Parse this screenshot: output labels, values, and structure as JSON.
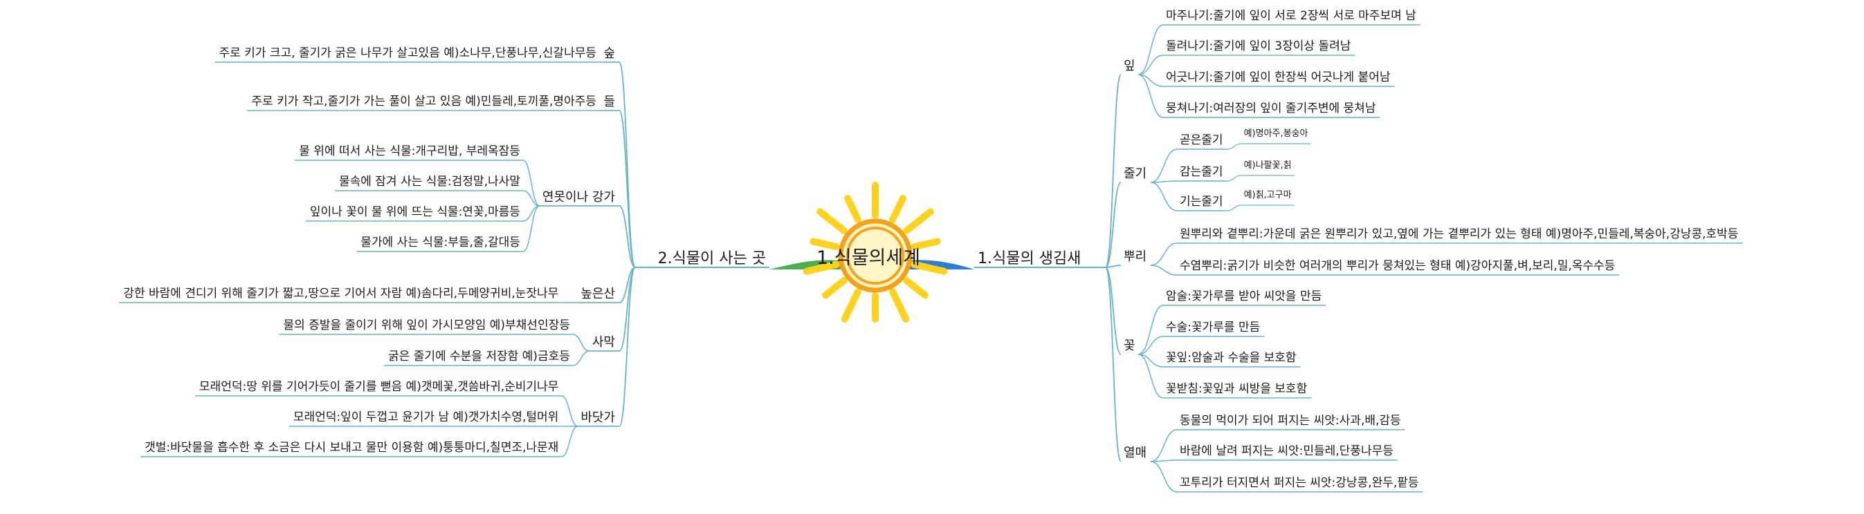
{
  "center": {
    "title": "1.식물의세계"
  },
  "colors": {
    "line": "#66b4c8",
    "sun_rays": "#ffd21e",
    "sun_ring": "#f5a21b",
    "left_wave": "#4caf50",
    "right_wave": "#2a7fd4"
  },
  "right": {
    "title": "1.식물의 생김새",
    "groups": [
      {
        "label": "잎",
        "children": [
          {
            "text": "마주나기:줄기에 잎이 서로 2장씩 서로 마주보며 남"
          },
          {
            "text": "돌려나기:줄기에 잎이 3장이상 돌려남"
          },
          {
            "text": "어긋나기:줄기에 잎이 한장씩 어긋나게 붙어남"
          },
          {
            "text": "뭉쳐나기:여러장의 잎이 줄기주변에 뭉쳐남"
          }
        ]
      },
      {
        "label": "줄기",
        "children": [
          {
            "text": "곧은줄기",
            "example": "예)명아주,봉숭아"
          },
          {
            "text": "감는줄기",
            "example": "예)나팔꽃,칡"
          },
          {
            "text": "기는줄기",
            "example": "예)칡,고구마"
          }
        ]
      },
      {
        "label": "뿌리",
        "children": [
          {
            "text": "원뿌리와 곁뿌리:가운데 굵은 원뿌리가 있고,옆에 가는 곁뿌리가 있는 형태 예)명아주,민들레,복숭아,강낭콩,호박등"
          },
          {
            "text": "수염뿌리:굵기가 비슷한 여러개의 뿌리가 뭉쳐있는 형태 예)강아지풀,벼,보리,밀,옥수수등"
          }
        ]
      },
      {
        "label": "꽃",
        "children": [
          {
            "text": "암술:꽃가루를 받아 씨앗을 만듬"
          },
          {
            "text": "수술:꽃가루를 만듬"
          },
          {
            "text": "꽃잎:암술과 수술을 보호함"
          },
          {
            "text": "꽃받침:꽃잎과 씨방을 보호함"
          }
        ]
      },
      {
        "label": "열매",
        "children": [
          {
            "text": "동물의 먹이가 되어 퍼지는 씨앗:사과,배,감등"
          },
          {
            "text": "바람에 날려 퍼지는 씨앗:민들레,단풍나무등"
          },
          {
            "text": "꼬투리가 터지면서 퍼지는 씨앗:강낭콩,완두,팥등"
          }
        ]
      }
    ]
  },
  "left": {
    "title": "2.식물이 사는 곳",
    "groups": [
      {
        "label": "숲",
        "children": [
          {
            "text": "주로 키가 크고, 줄기가 굵은 나무가 살고있음 예)소나무,단풍나무,신갈나무등"
          }
        ]
      },
      {
        "label": "들",
        "children": [
          {
            "text": "주로 키가 작고,줄기가 가는 풀이 살고 있음 예)민들레,토끼풀,명아주등"
          }
        ]
      },
      {
        "label": "연못이나 강가",
        "children": [
          {
            "text": "물 위에 떠서 사는 식물:개구리밥, 부레옥잠등"
          },
          {
            "text": "물속에 잠겨 사는 식물:검정말,나사말"
          },
          {
            "text": "잎이나 꽃이 물 위에 뜨는 식물:연꽃,마름등"
          },
          {
            "text": "물가에 사는 식물:부들,줄,갈대등"
          }
        ]
      },
      {
        "label": "높은산",
        "children": [
          {
            "text": "강한 바람에 견디기 위해 줄기가 짧고,땅으로 기어서 자람 예)솜다리,두메양귀비,눈잣나무"
          }
        ]
      },
      {
        "label": "사막",
        "children": [
          {
            "text": "물의 증발을 줄이기 위해 잎이 가시모양임 예)부채선인장등"
          },
          {
            "text": "굵은 줄기에 수분을 저장함 예)금호등"
          }
        ]
      },
      {
        "label": "바닷가",
        "children": [
          {
            "text": "모래언덕:땅 위를 기어가듯이 줄기를 뻗음 예)갯메꽃,갯씀바귀,순비기나무"
          },
          {
            "text": "모래언덕:잎이 두껍고 윤기가 남 예)갯가치수영,털머위"
          },
          {
            "text": "갯벌:바닷물을 흡수한 후 소금은 다시 보내고 물만 이용함 예)퉁퉁마디,칠면조,나문재"
          }
        ]
      }
    ]
  }
}
